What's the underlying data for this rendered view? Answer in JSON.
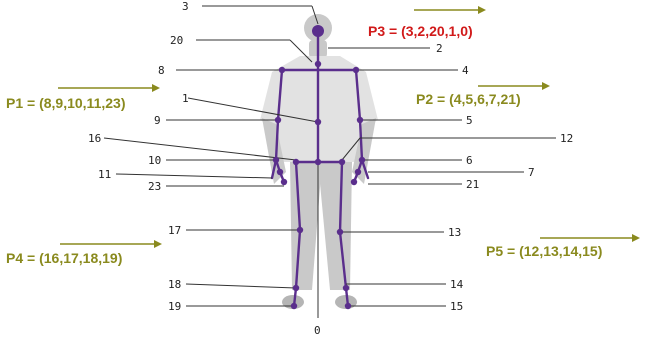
{
  "colors": {
    "skeleton": "#5a2e8c",
    "joint": "#5a2e8c",
    "leader": "#333333",
    "part_olive": "#8a8a1e",
    "part_red": "#d11a1a",
    "body_shadow": "#c9c9c9",
    "shirt": "#e2e2e2"
  },
  "joints": {
    "head": "3",
    "shoulder_center": "20",
    "spine_mid": "2",
    "spine_base": "1",
    "hip_center": "0",
    "right_shoulder": "8",
    "left_shoulder": "4",
    "right_elbow": "9",
    "left_elbow": "5",
    "right_wrist": "10",
    "left_wrist": "6",
    "right_hand": "11",
    "left_hand": "7",
    "right_thumb": "23",
    "left_thumb": "21",
    "right_hip": "16",
    "left_hip": "12",
    "right_knee": "17",
    "left_knee": "13",
    "right_ankle": "18",
    "left_ankle": "14",
    "right_foot": "19",
    "left_foot": "15"
  },
  "parts": {
    "p1": "P1 = (8,9,10,11,23)",
    "p2": "P2 = (4,5,6,7,21)",
    "p3": "P3 = (3,2,20,1,0)",
    "p4": "P4 = (16,17,18,19)",
    "p5": "P5 = (12,13,14,15)"
  }
}
